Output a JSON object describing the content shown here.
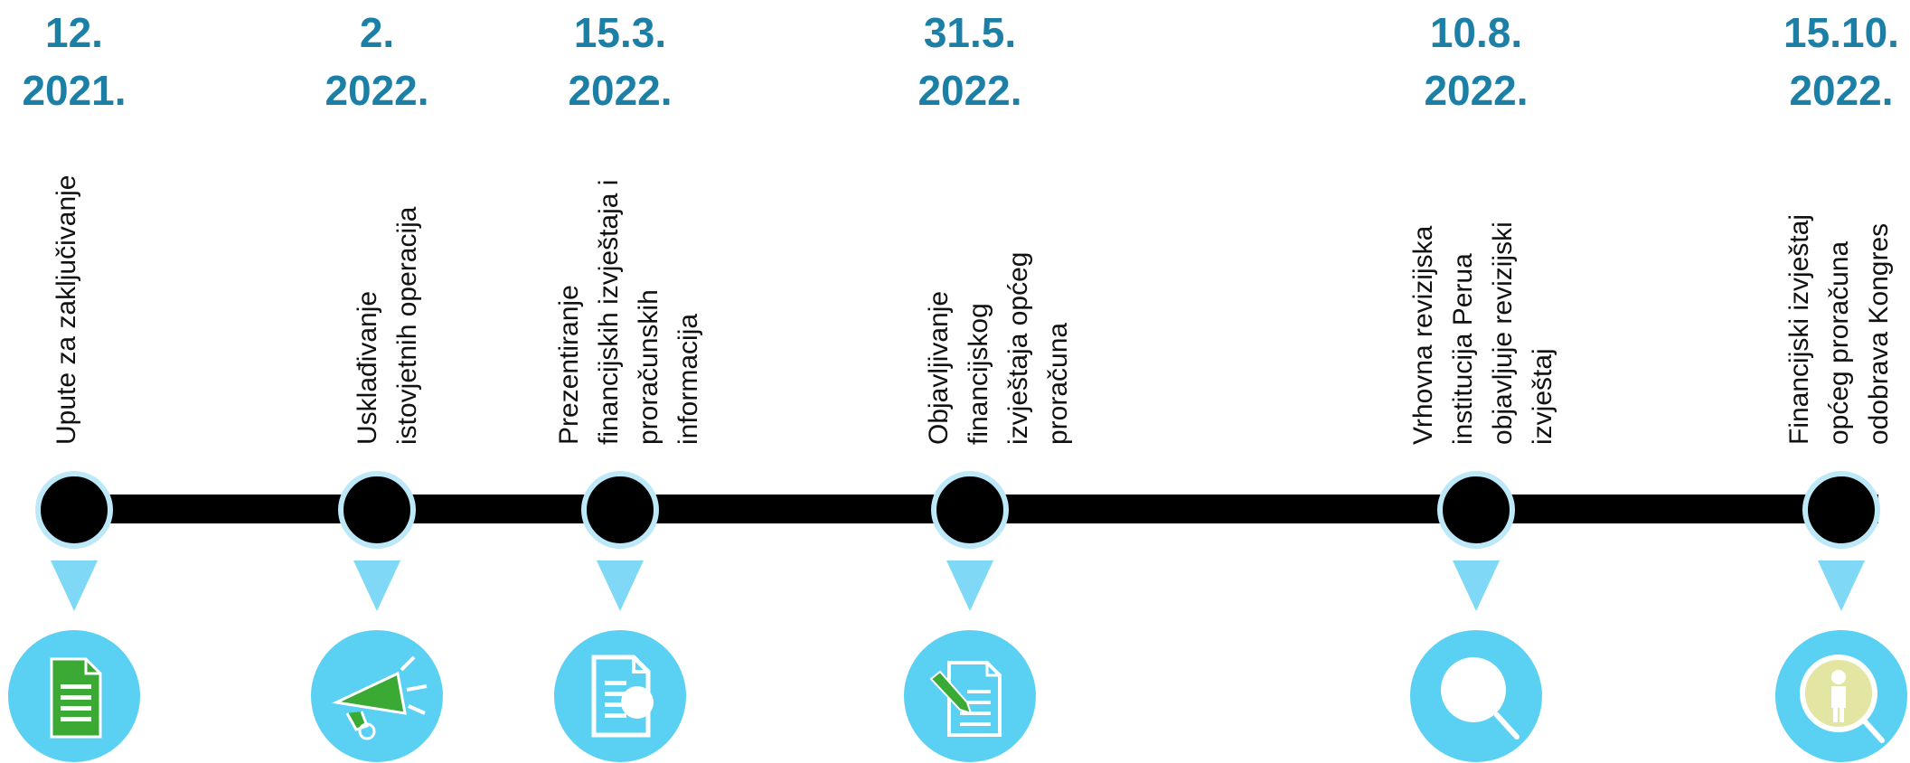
{
  "milestones": [
    {
      "date_line1": "12.",
      "date_line2": "2021.",
      "label_lines": [
        "Upute za zaključivanje"
      ],
      "icon": "document-icon"
    },
    {
      "date_line1": "2.",
      "date_line2": "2022.",
      "label_lines": [
        "Usklađivanje",
        "istovjetnih operacija"
      ],
      "icon": "megaphone-icon"
    },
    {
      "date_line1": "15.3.",
      "date_line2": "2022.",
      "label_lines": [
        "Prezentiranje",
        "financijskih izvještaja i",
        "proračunskih",
        "informacija"
      ],
      "icon": "report-chart-icon"
    },
    {
      "date_line1": "31.5.",
      "date_line2": "2022.",
      "label_lines": [
        "Objavljivanje",
        "financijskog",
        "izvještaja općeg",
        "proračuna"
      ],
      "icon": "document-pencil-icon"
    },
    {
      "date_line1": "10.8.",
      "date_line2": "2022.",
      "label_lines": [
        "Vrhovna revizijska",
        "institucija Perua",
        "objavljuje revizijski",
        "izvještaj"
      ],
      "icon": "magnifier-icon"
    },
    {
      "date_line1": "15.10.",
      "date_line2": "2022.",
      "label_lines": [
        "Financijski izvještaj",
        "općeg proračuna",
        "odobrava Kongres"
      ],
      "icon": "person-search-icon"
    }
  ],
  "colors": {
    "date": "#1b7fa6",
    "line": "#000000",
    "node_ring": "#bde8f7",
    "arrow": "#7fd8f5",
    "icon_bg": "#5ad0f3",
    "icon_green": "#3aaa35"
  }
}
